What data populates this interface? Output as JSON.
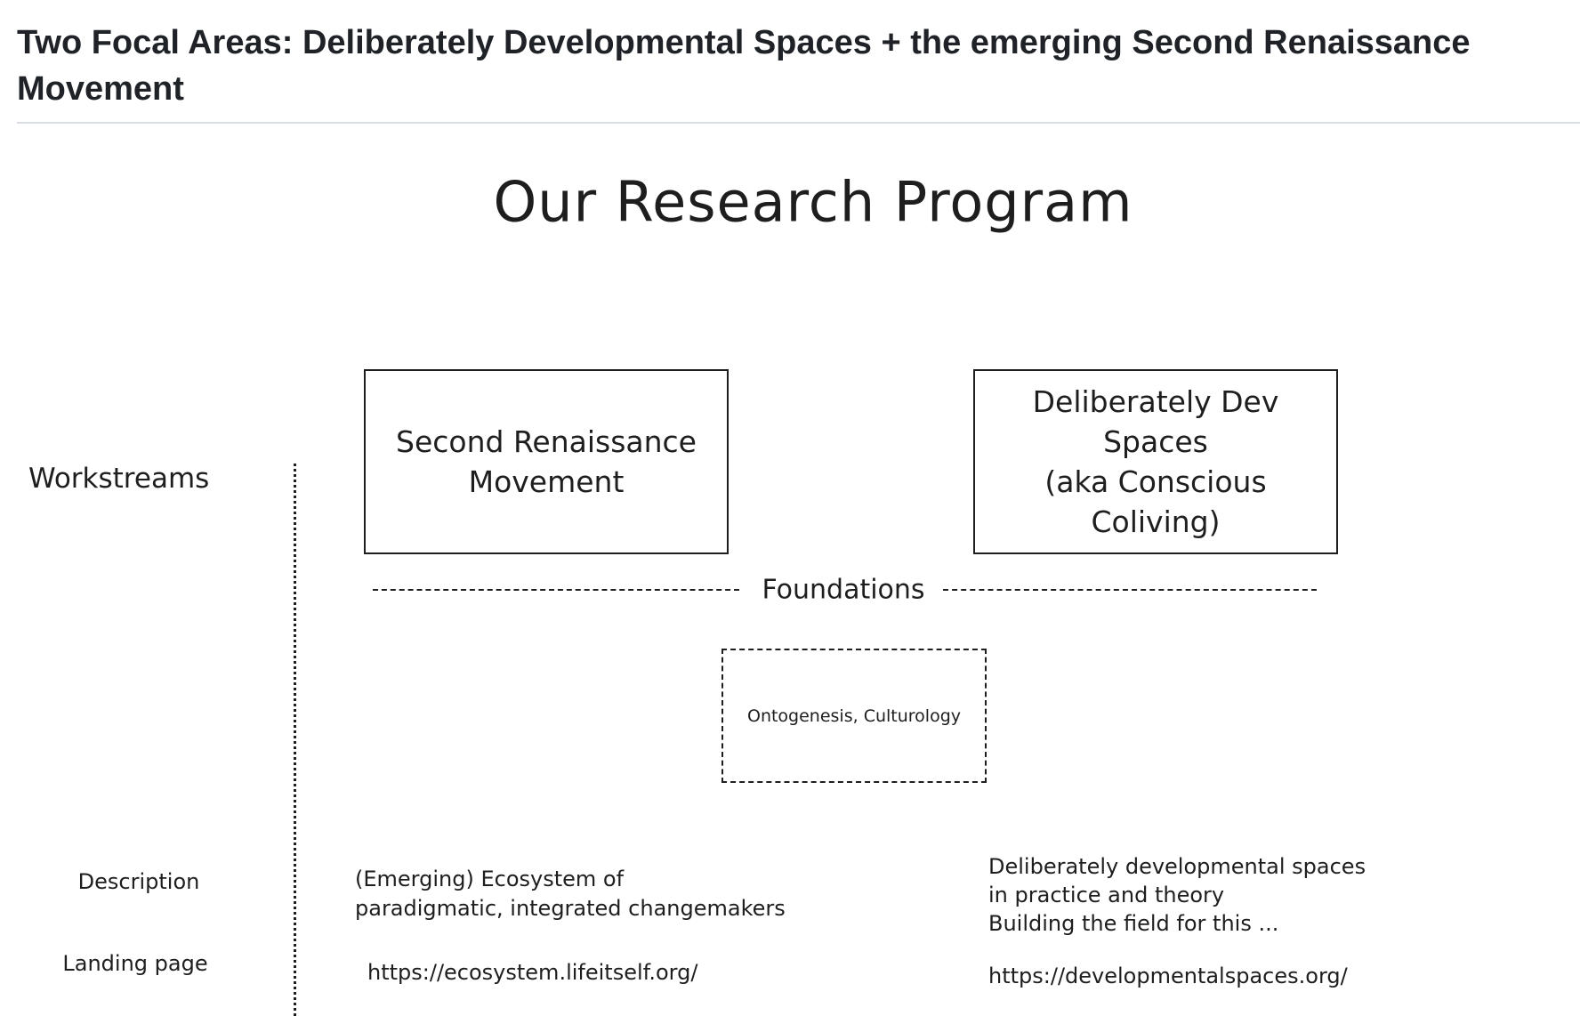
{
  "page": {
    "title": "Two Focal Areas: Deliberately Developmental Spaces + the emerging Second Renaissance Movement"
  },
  "diagram": {
    "title": "Our Research Program",
    "workstreams_label": "Workstreams",
    "workstreams": [
      {
        "name_lines": [
          "Second Renaissance",
          "Movement"
        ]
      },
      {
        "name_lines": [
          "Deliberately Dev",
          "Spaces",
          "(aka Conscious",
          "Coliving)"
        ]
      }
    ],
    "foundations": {
      "label": "Foundations",
      "content": "Ontogenesis, Culturology"
    },
    "rows": {
      "description_label": "Description",
      "landing_page_label": "Landing page"
    },
    "srm": {
      "description_lines": [
        "(Emerging) Ecosystem of",
        "paradigmatic, integrated changemakers"
      ],
      "url": "https://ecosystem.lifeitself.org/"
    },
    "dds": {
      "description_lines": [
        "Deliberately developmental spaces",
        "in practice and theory",
        "Building the field for this ..."
      ],
      "url": "https://developmentalspaces.org/"
    }
  }
}
